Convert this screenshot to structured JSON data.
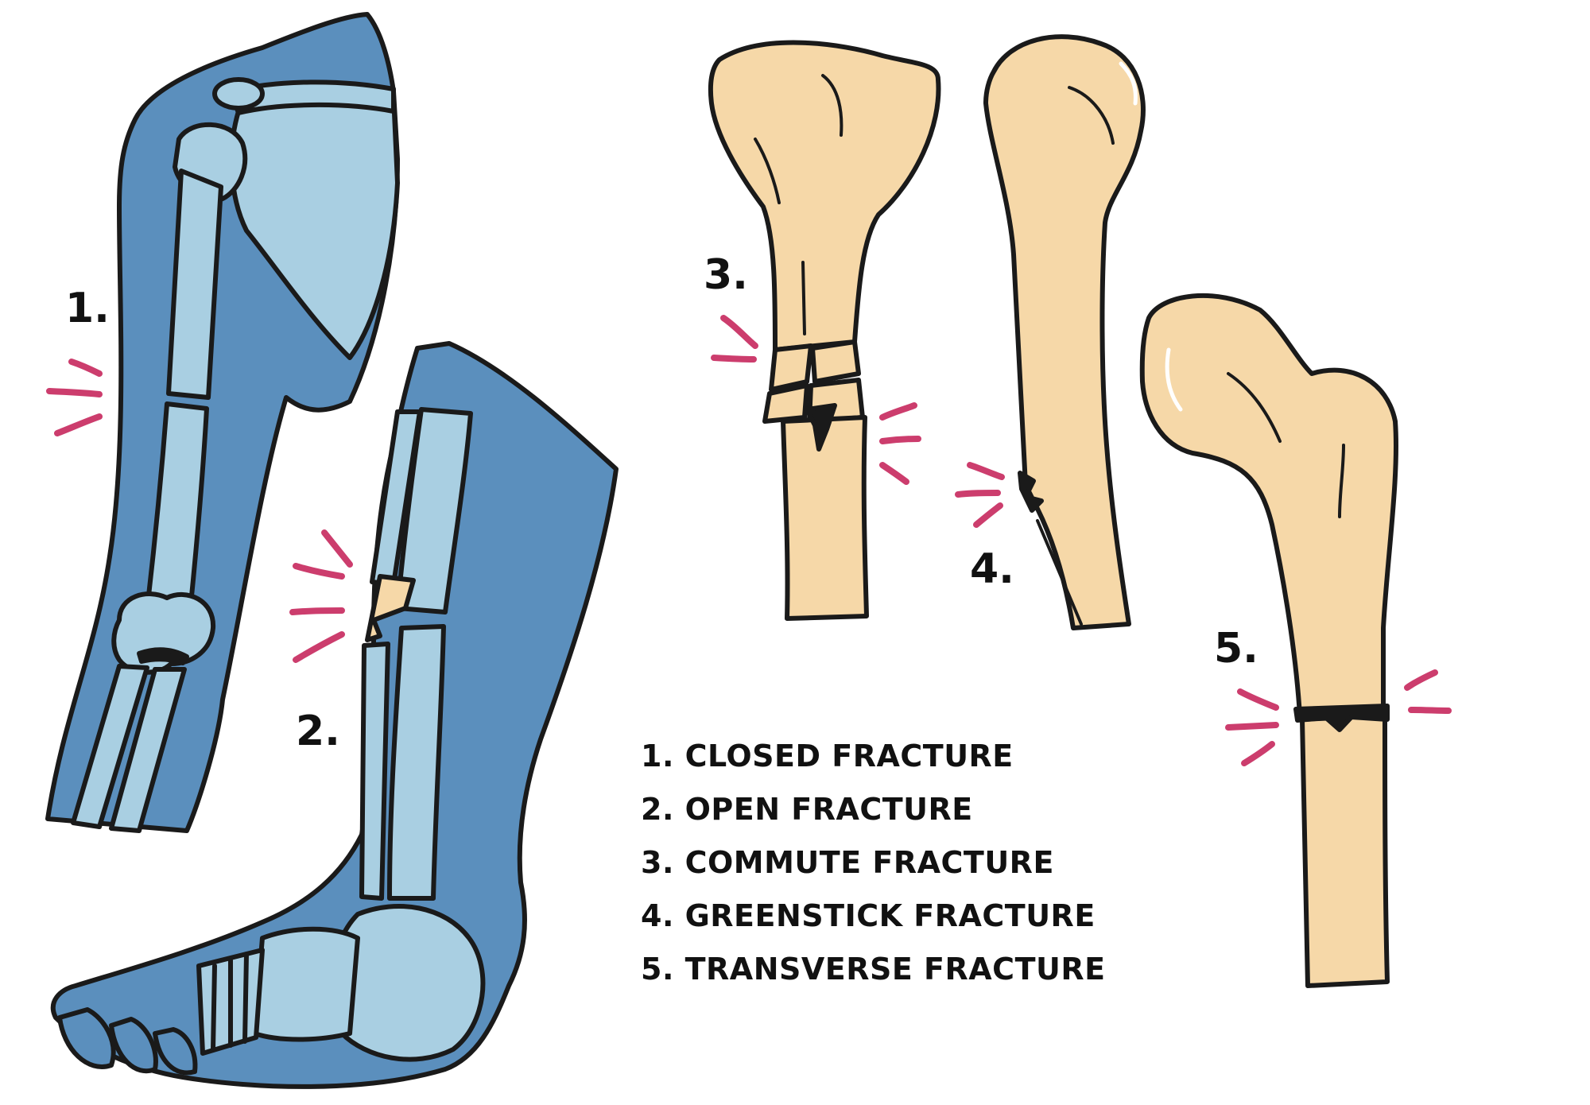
{
  "diagram": {
    "colors": {
      "skin": "#5b8fbd",
      "xray_bone": "#a9cfe2",
      "bone": "#f6d8a8",
      "outline": "#1a1a1a",
      "pain_mark": "#cc3d6d"
    },
    "numbers": [
      "1.",
      "2.",
      "3.",
      "4.",
      "5."
    ],
    "legend": [
      "1. CLOSED FRACTURE",
      "2. OPEN FRACTURE",
      "3. COMMUTE FRACTURE",
      "4. GREENSTICK FRACTURE",
      "5. TRANSVERSE FRACTURE"
    ]
  }
}
